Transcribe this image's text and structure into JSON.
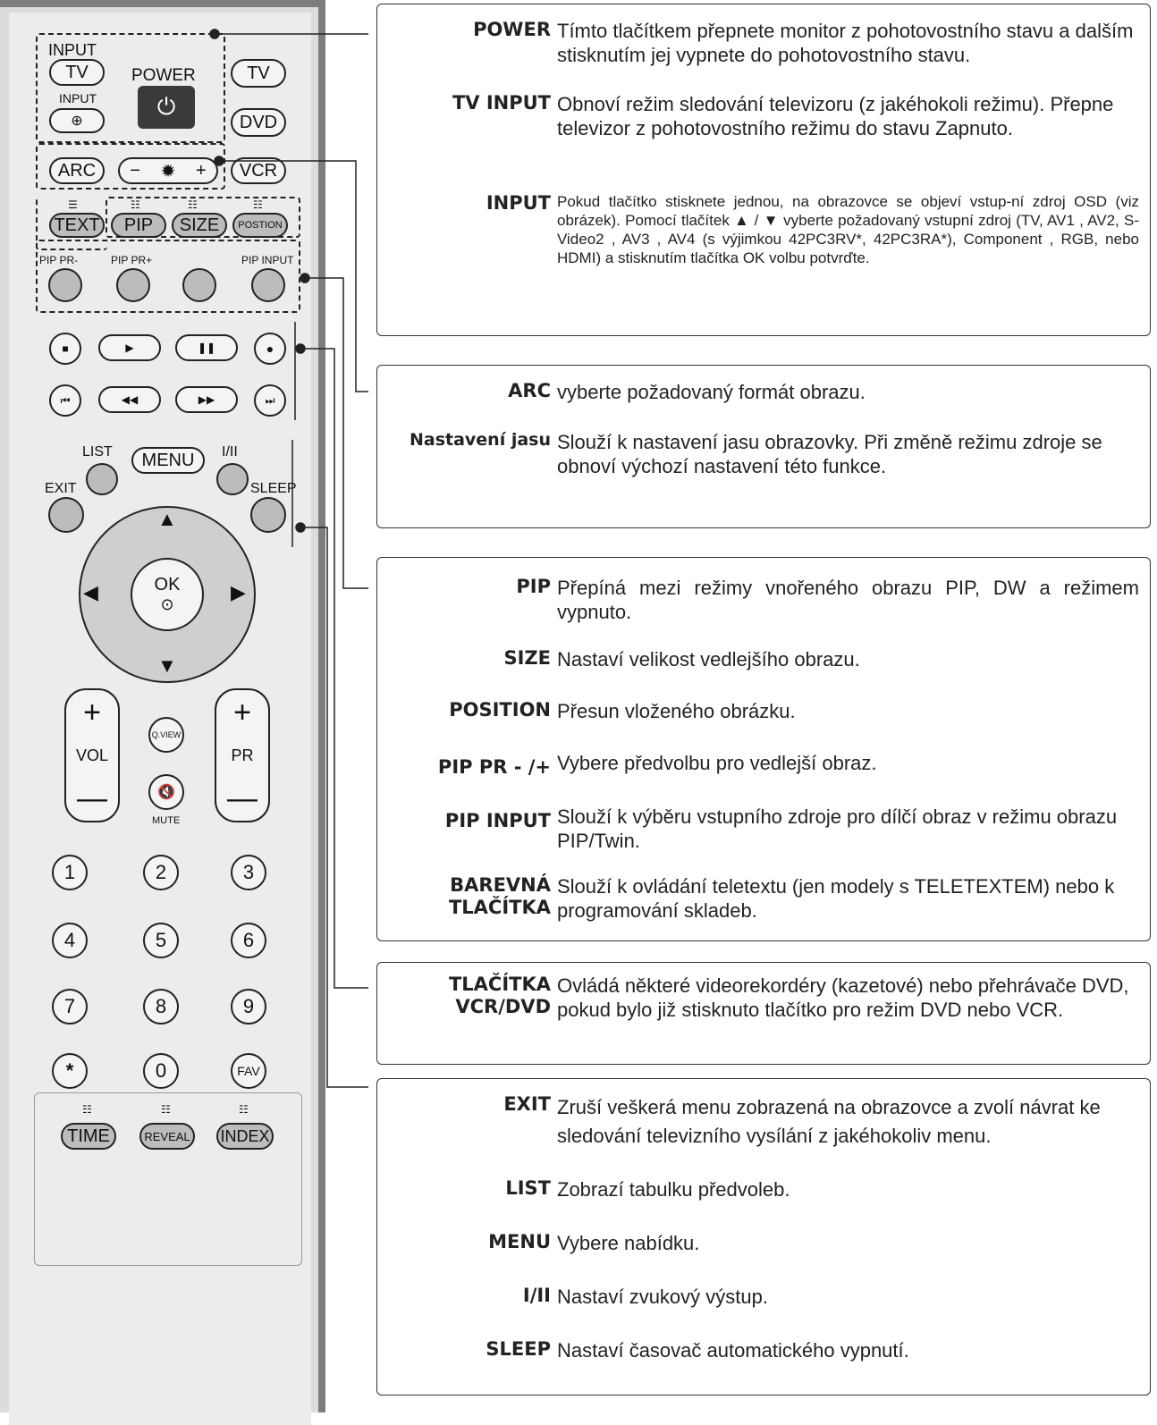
{
  "remote": {
    "input_tv_label": "INPUT",
    "tv_button": "TV",
    "input_label": "INPUT",
    "power_label": "POWER",
    "tv_mode_button": "TV",
    "dvd_button": "DVD",
    "arc_button": "ARC",
    "brightness_minus": "−",
    "brightness_plus": "+",
    "vcr_button": "VCR",
    "text_button": "TEXT",
    "pip_button": "PIP",
    "size_button": "SIZE",
    "position_button": "POSTION",
    "pip_pr_minus_label": "PIP PR-",
    "pip_pr_plus_label": "PIP PR+",
    "pip_input_label": "PIP INPUT",
    "list_label": "LIST",
    "menu_button": "MENU",
    "i_ii_label": "I/II",
    "exit_label": "EXIT",
    "sleep_label": "SLEEP",
    "ok_label": "OK",
    "vol_label": "VOL",
    "pr_label": "PR",
    "qview_button": "Q.VIEW",
    "mute_label": "MUTE",
    "numbers": [
      "1",
      "2",
      "3",
      "4",
      "5",
      "6",
      "7",
      "8",
      "9",
      "*",
      "0",
      "FAV"
    ],
    "time_button": "TIME",
    "reveal_button": "REVEAL",
    "index_button": "INDEX"
  },
  "sections": [
    {
      "items": [
        {
          "term": "POWER",
          "desc": "Tímto tlačítkem přepnete monitor z pohotovostního stavu a dalším stisknutím jej vypnete do pohotovostního stavu."
        },
        {
          "term": "TV INPUT",
          "desc": "Obnoví režim sledování televizoru (z jakéhokoli režimu). Přepne televizor z  pohotovostního režimu do stavu Zapnuto."
        },
        {
          "term": "INPUT",
          "desc": "Pokud tlačítko stisknete jednou, na obrazovce se objeví vstup-ní zdroj OSD (viz obrázek). Pomocí tlačítek ▲ / ▼ vyberte požadovaný vstupní zdroj (TV, AV1 , AV2, S-Video2 , AV3 , AV4 (s výjimkou 42PC3RV*, 42PC3RA*), Component , RGB, nebo HDMI) a stisknutím tlačítka OK volbu potvrďte."
        }
      ]
    },
    {
      "items": [
        {
          "term": "ARC",
          "desc": "vyberte požadovaný formát obrazu."
        },
        {
          "term": "Nastavení jasu",
          "desc": "Slouží k  nastavení jasu obrazovky. Při změně režimu zdroje se obnoví  výchozí nastavení této funkce."
        }
      ]
    },
    {
      "items": [
        {
          "term": "PIP",
          "desc": "Přepíná mezi režimy vnořeného obrazu PIP, DW a režimem vypnuto."
        },
        {
          "term": "SIZE",
          "desc": "Nastaví velikost vedlejšího obrazu."
        },
        {
          "term": "POSITION",
          "desc": "Přesun vloženého obrázku."
        },
        {
          "term": "PIP PR - /+",
          "desc": "Vybere předvolbu pro vedlejší obraz."
        },
        {
          "term": "PIP INPUT",
          "desc": "Slouží k  výběru vstupního zdroje pro dílčí obraz v režimu obrazu PIP/Twin."
        },
        {
          "term": "BAREVNÁ TLAČÍTKA",
          "desc": "Slouží k  ovládání teletextu (jen modely s TELETEXTEM) nebo k programování skladeb."
        }
      ]
    },
    {
      "items": [
        {
          "term": "TLAČÍTKA VCR/DVD",
          "desc": "Ovládá některé videorekordéry (kazetové) nebo přehrávače DVD, pokud bylo již stisknuto tlačítko pro režim DVD nebo VCR."
        }
      ]
    },
    {
      "items": [
        {
          "term": "EXIT",
          "desc": "Zruší veškerá menu zobrazená na obrazovce a zvolí návrat ke sledování televizního vysílání z jakéhokoliv menu."
        },
        {
          "term": "LIST",
          "desc": "Zobrazí tabulku předvoleb."
        },
        {
          "term": "MENU",
          "desc": "Vybere nabídku."
        },
        {
          "term": "I/II",
          "desc": "Nastaví zvukový výstup."
        },
        {
          "term": "SLEEP",
          "desc": "Nastaví časovač automatického vypnutí."
        }
      ]
    }
  ]
}
